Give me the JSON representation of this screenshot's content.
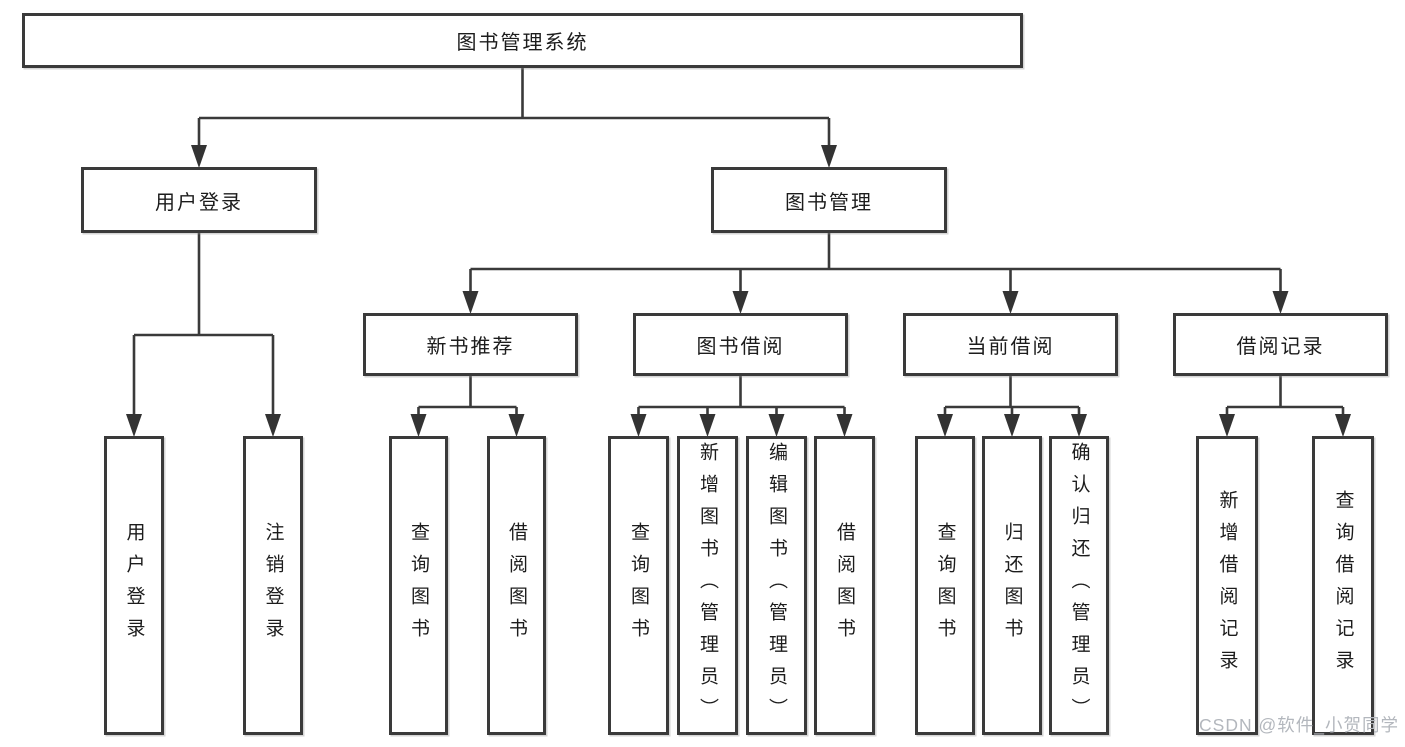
{
  "diagram": {
    "type": "hierarchy",
    "root": {
      "label": "图书管理系统"
    },
    "children": [
      {
        "label": "用户登录",
        "children": [
          {
            "label": "用户登录"
          },
          {
            "label": "注销登录"
          }
        ]
      },
      {
        "label": "图书管理",
        "children": [
          {
            "label": "新书推荐",
            "children": [
              {
                "label": "查询图书"
              },
              {
                "label": "借阅图书"
              }
            ]
          },
          {
            "label": "图书借阅",
            "children": [
              {
                "label": "查询图书"
              },
              {
                "label": "新增图书（管理员）"
              },
              {
                "label": "编辑图书（管理员）"
              },
              {
                "label": "借阅图书"
              }
            ]
          },
          {
            "label": "当前借阅",
            "children": [
              {
                "label": "查询图书"
              },
              {
                "label": "归还图书"
              },
              {
                "label": "确认归还（管理员）"
              }
            ]
          },
          {
            "label": "借阅记录",
            "children": [
              {
                "label": "新增借阅记录"
              },
              {
                "label": "查询借阅记录"
              }
            ]
          }
        ]
      }
    ]
  },
  "watermark": {
    "text": "CSDN @软件_小贺同学"
  },
  "colors": {
    "line": "#3a3a3a",
    "box_border": "#3a3a3a",
    "text": "#1c1c1c",
    "background": "#ffffff",
    "watermark": "#b3b7bd"
  }
}
